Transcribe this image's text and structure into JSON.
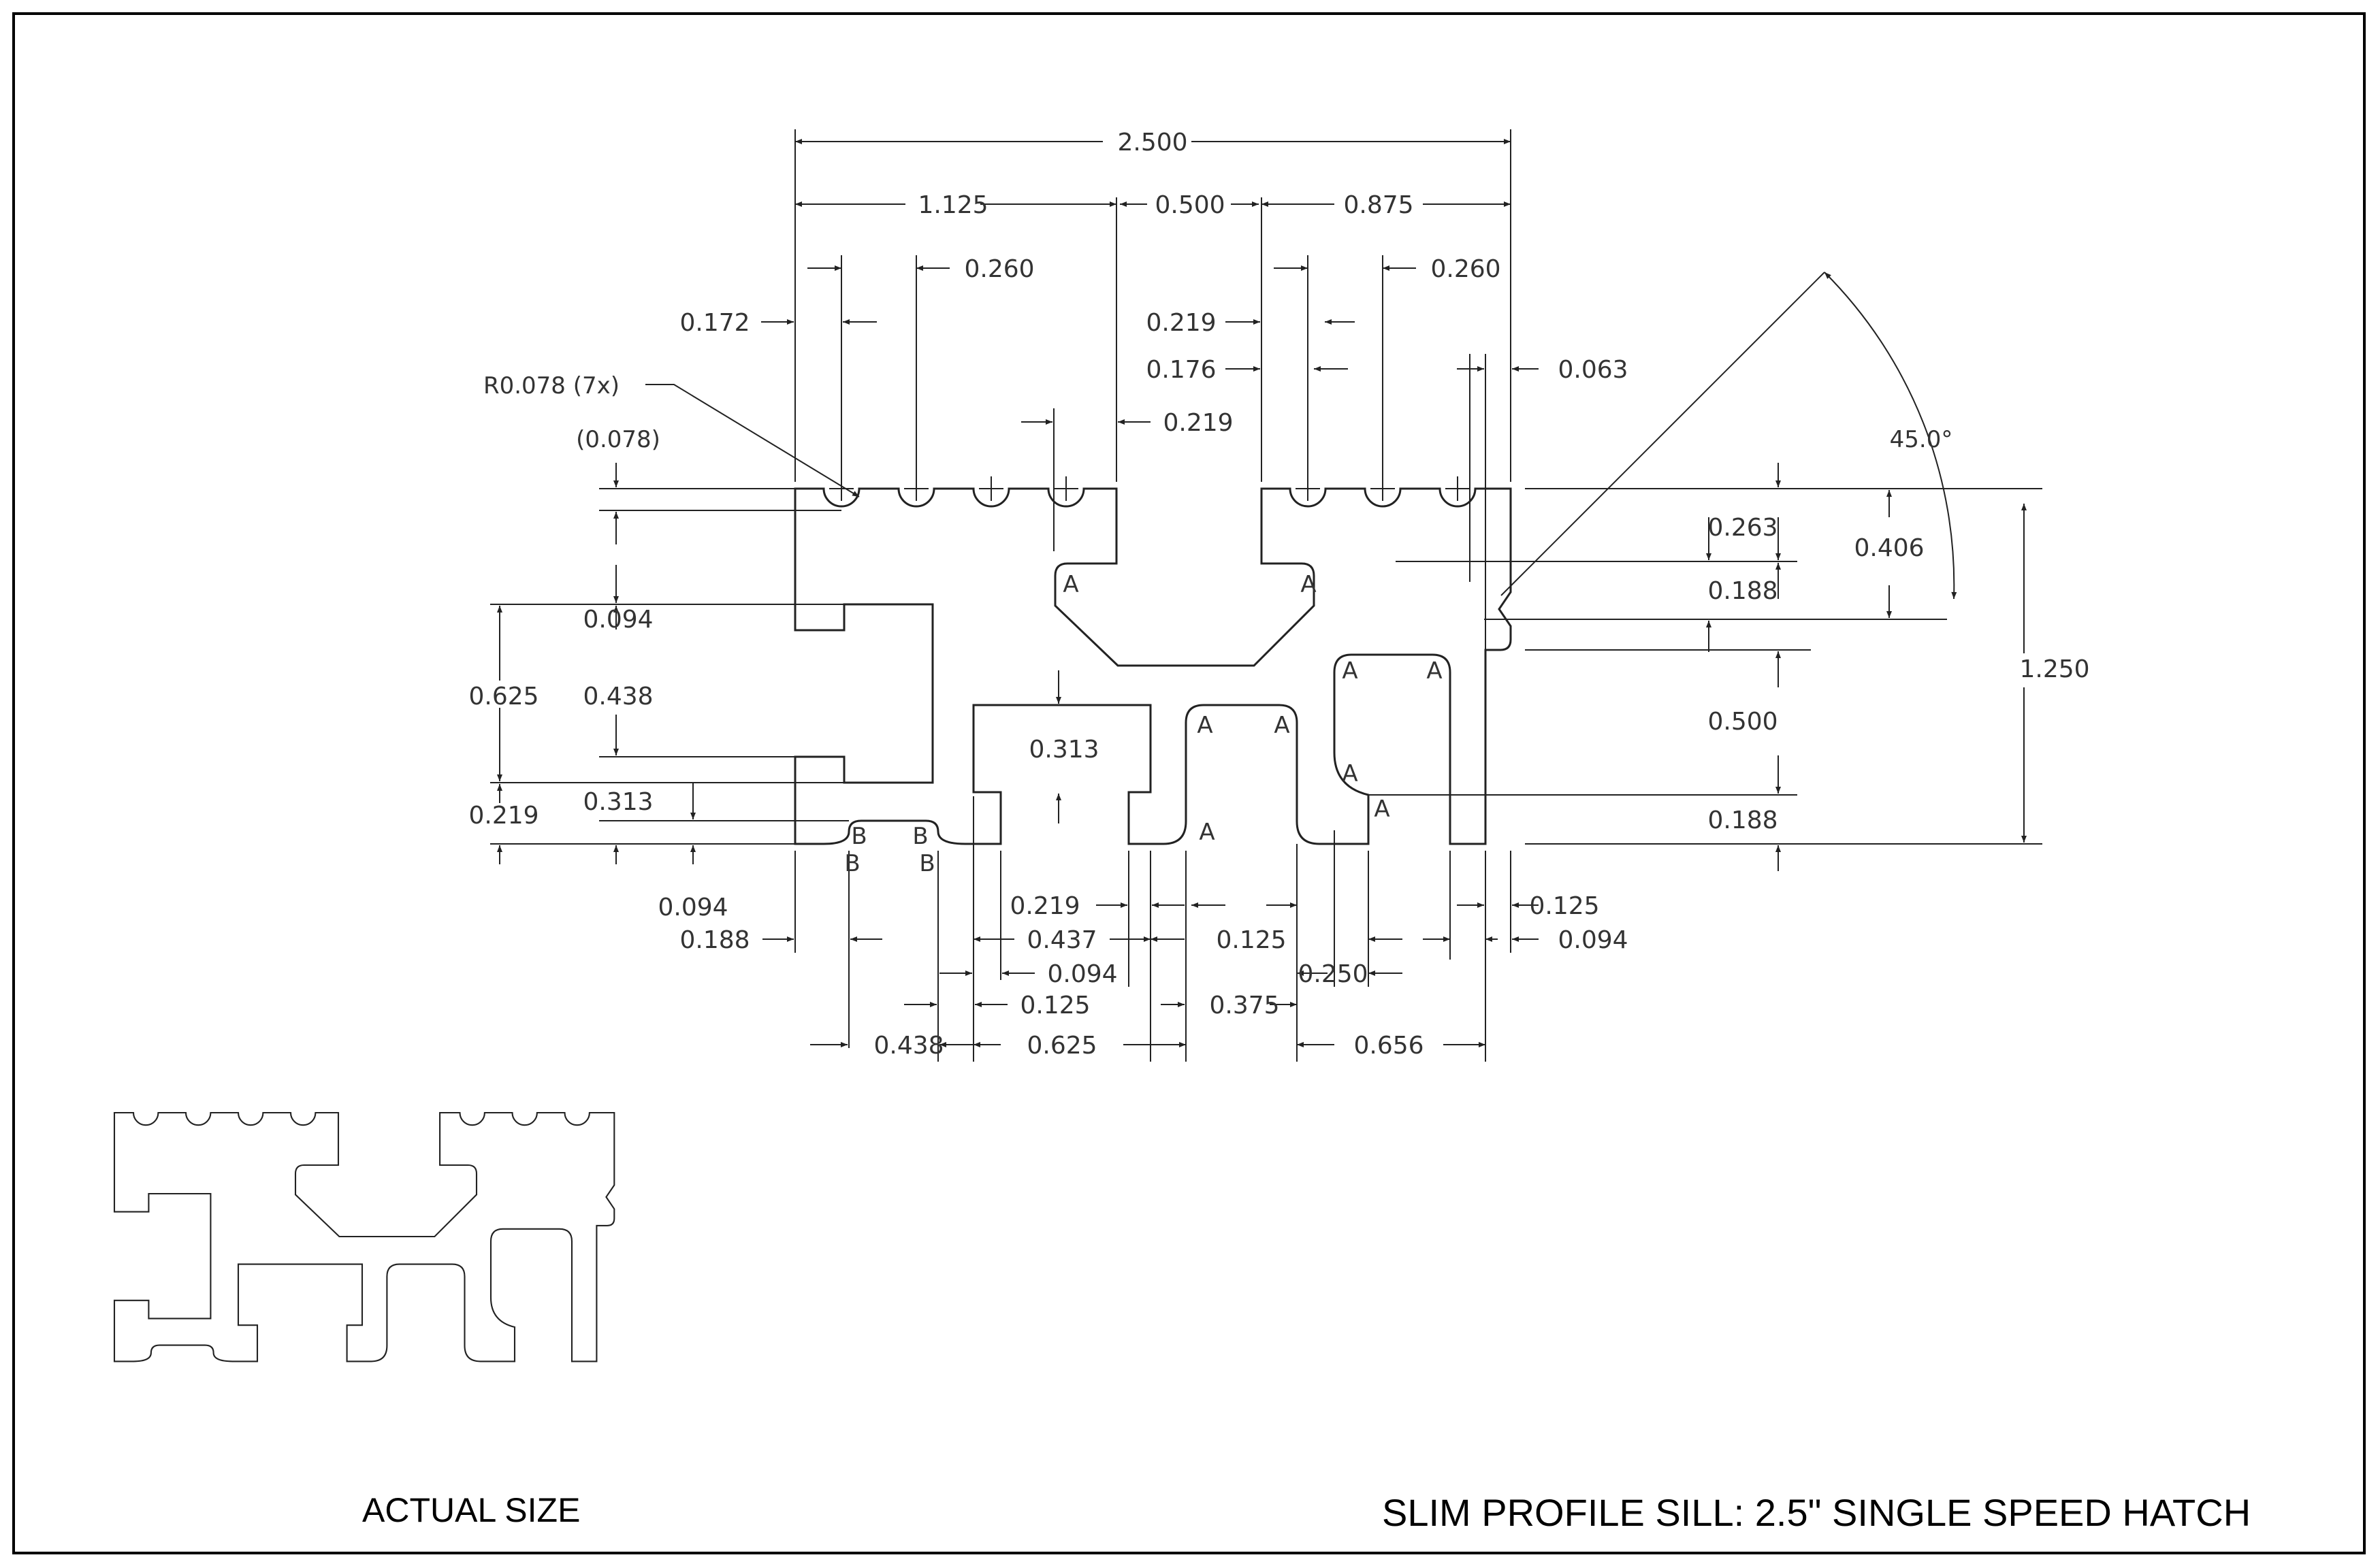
{
  "drawing": {
    "title": "SLIM PROFILE SILL: 2.5\" SINGLE SPEED HATCH",
    "scale_note": "ACTUAL SIZE",
    "radius_note": "R0.078 (7x)",
    "reference_dim": "(0.078)",
    "angle": "45.0°",
    "corner_marks": [
      "A",
      "B"
    ],
    "dimensions": {
      "overall_width": "2.500",
      "overall_height": "1.250",
      "left_span": "1.125",
      "gap": "0.500",
      "right_span": "0.875",
      "groove_pitch_left": "0.260",
      "groove_pitch_right": "0.260",
      "left_edge_offset": "0.172",
      "right_edge_offset_a": "0.219",
      "right_edge_offset_b": "0.176",
      "right_tip_offset": "0.063",
      "slot_width": "0.219",
      "h_0094_a": "0.094",
      "h_0438_a": "0.438",
      "h_0625": "0.625",
      "h_0219": "0.219",
      "h_0313_a": "0.313",
      "h_0313_b": "0.313",
      "h_0094_b": "0.094",
      "h_0263": "0.263",
      "h_0406": "0.406",
      "h_0188_a": "0.188",
      "h_0500": "0.500",
      "h_0188_b": "0.188",
      "w_0188": "0.188",
      "w_0438": "0.438",
      "w_0125_a": "0.125",
      "w_0094_a": "0.094",
      "w_0219": "0.219",
      "w_0437": "0.437",
      "w_0625": "0.625",
      "w_0125_b": "0.125",
      "w_0375": "0.375",
      "w_0250": "0.250",
      "w_0656": "0.656",
      "w_0125_c": "0.125",
      "w_0094_b": "0.094"
    }
  },
  "colors": {
    "line": "#222222",
    "text": "#333333",
    "frame": "#000000"
  }
}
